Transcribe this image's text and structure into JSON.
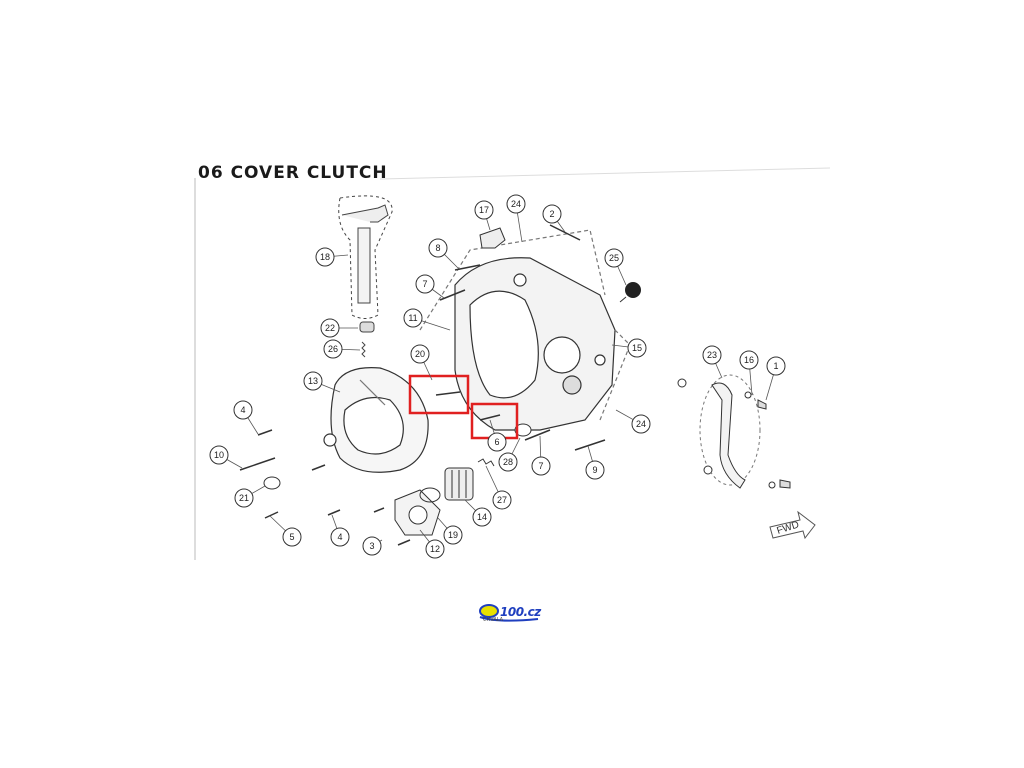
{
  "diagram": {
    "title": "06 COVER CLUTCH",
    "fwd_label": "FWD",
    "callouts": [
      "1",
      "2",
      "3",
      "4",
      "5",
      "6",
      "7",
      "8",
      "9",
      "10",
      "11",
      "12",
      "13",
      "14",
      "15",
      "16",
      "17",
      "18",
      "19",
      "20",
      "21",
      "22",
      "23",
      "24",
      "25",
      "26",
      "27",
      "28"
    ],
    "highlight_color": "#e02020"
  },
  "logo": {
    "text": "100.cz",
    "sub": "CHVALA"
  }
}
